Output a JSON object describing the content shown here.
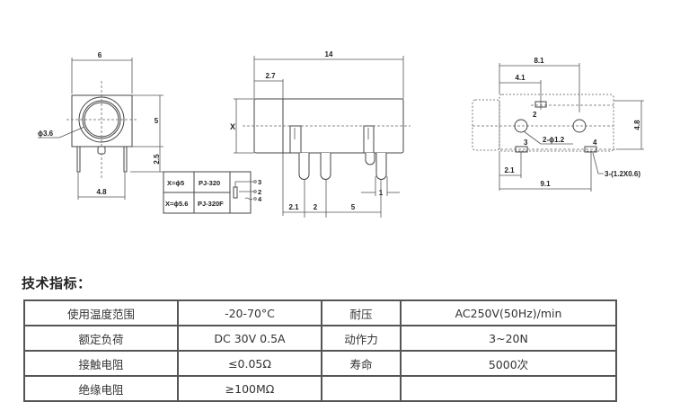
{
  "drawings": {
    "front_view": {
      "width_label": "6",
      "height_label": "5",
      "pin_length_label": "2.5",
      "pin_spacing_label": "4.8",
      "hole_label": "ϕ3.6"
    },
    "model_table": {
      "rows": [
        {
          "x": "X=ϕ5",
          "model": "PJ-320"
        },
        {
          "x": "X=ϕ5.6",
          "model": "PJ-320F"
        }
      ],
      "pin_labels": [
        "3",
        "2",
        "4"
      ]
    },
    "side_view": {
      "length_label": "14",
      "flange_label": "2.7",
      "x_label": "X",
      "pin_offset_1": "2.1",
      "pin_offset_2": "2",
      "pin_offset_3": "5",
      "pin_width": "1"
    },
    "footprint_view": {
      "dim_8_1": "8.1",
      "dim_4_1": "4.1",
      "dim_4_8": "4.8",
      "dim_2_1": "2.1",
      "dim_9_1": "9.1",
      "hole_label": "2-ϕ1.2",
      "pad_label": "3-(1.2X0.6)",
      "pin_2": "2",
      "pin_3": "3",
      "pin_4": "4"
    }
  },
  "specs": {
    "title": "技术指标：",
    "rows": [
      [
        "使用温度范围",
        "-20-70°C",
        "耐压",
        "AC250V(50Hz)/min"
      ],
      [
        "额定负荷",
        "DC 30V 0.5A",
        "动作力",
        "3~20N"
      ],
      [
        "接触电阻",
        "≤0.05Ω",
        "寿命",
        "5000次"
      ],
      [
        "绝缘电阻",
        "≥100MΩ",
        "",
        ""
      ]
    ]
  }
}
